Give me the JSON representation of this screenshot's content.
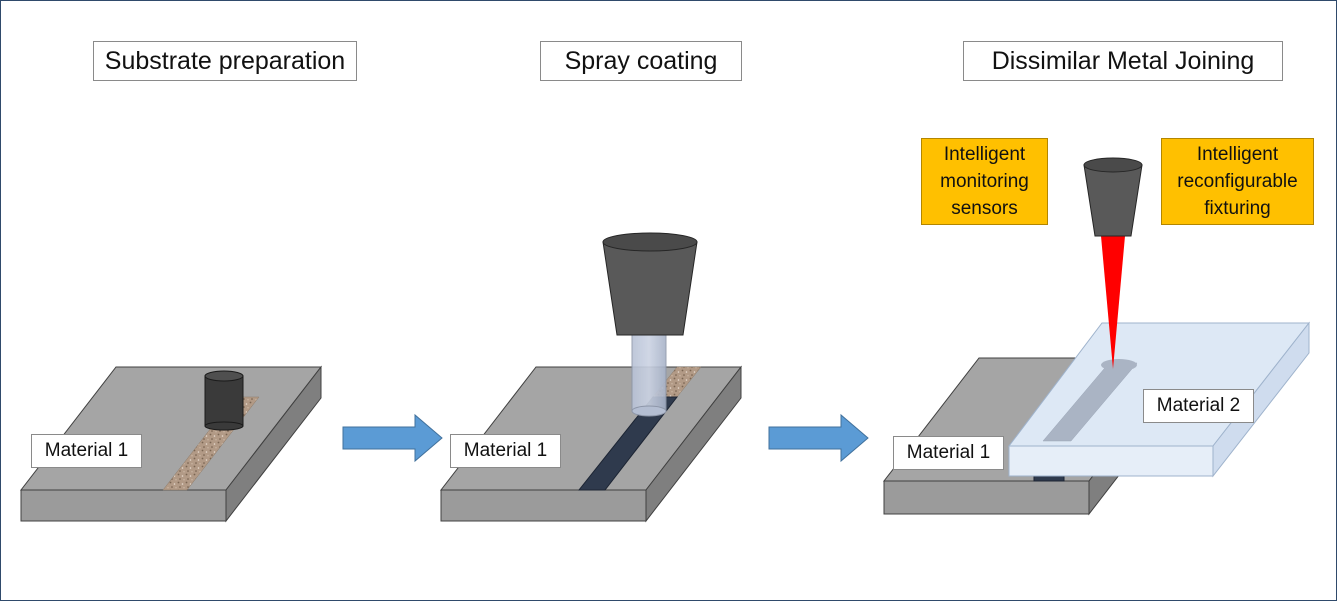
{
  "titles": {
    "step1": "Substrate preparation",
    "step2": "Spray coating",
    "step3": "Dissimilar Metal Joining"
  },
  "labels": {
    "material1": "Material 1",
    "material2": "Material 2"
  },
  "callouts": {
    "sensors": [
      "Intelligent",
      "monitoring",
      "sensors"
    ],
    "fixturing": [
      "Intelligent",
      "reconfigurable",
      "fixturing"
    ]
  },
  "colors": {
    "plate_top": "#a5a5a5",
    "plate_side": "#7f7f7f",
    "tool_dark": "#3a3a3a",
    "nozzle": "#595959",
    "coating": "#2f3a4d",
    "arrow": "#5b9bd5",
    "laser": "#ff0000",
    "callout": "#ffc000",
    "material2": "#dde8f5"
  }
}
